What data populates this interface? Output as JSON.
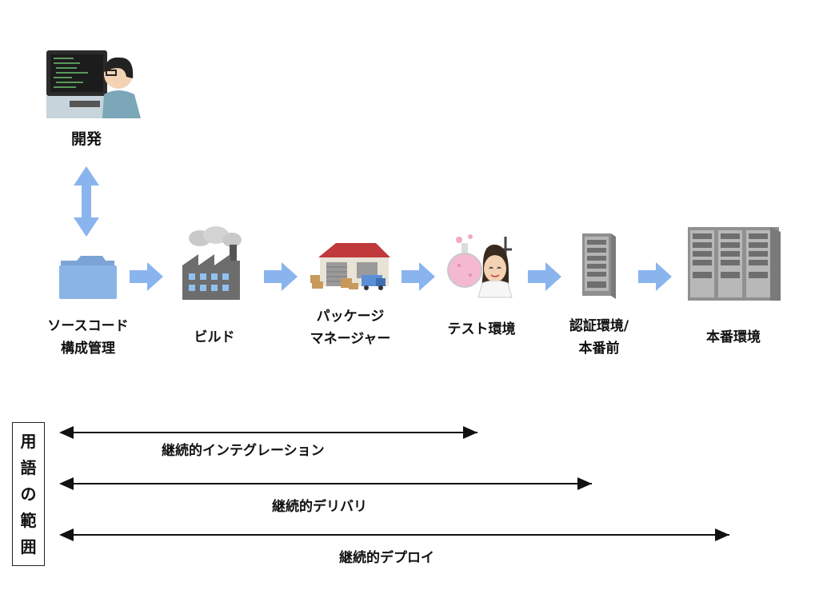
{
  "top": {
    "dev_label": "開発"
  },
  "stages": [
    {
      "line1": "ソースコード",
      "line2": "構成管理"
    },
    {
      "line1": "ビルド",
      "line2": ""
    },
    {
      "line1": "パッケージ",
      "line2": "マネージャー"
    },
    {
      "line1": "テスト環境",
      "line2": ""
    },
    {
      "line1": "認証環境/",
      "line2": "本番前"
    },
    {
      "line1": "本番環境",
      "line2": ""
    }
  ],
  "scope": {
    "box_chars": [
      "用",
      "語",
      "の",
      "範",
      "囲"
    ],
    "terms": [
      "継続的インテグレーション",
      "継続的デリバリ",
      "継続的デプロイ"
    ]
  },
  "colors": {
    "arrow": "#8ab4ee",
    "folder": "#8aaedc",
    "factory": "#6d6d6d",
    "roof": "#c0393b",
    "server": "#9a9a9a"
  }
}
